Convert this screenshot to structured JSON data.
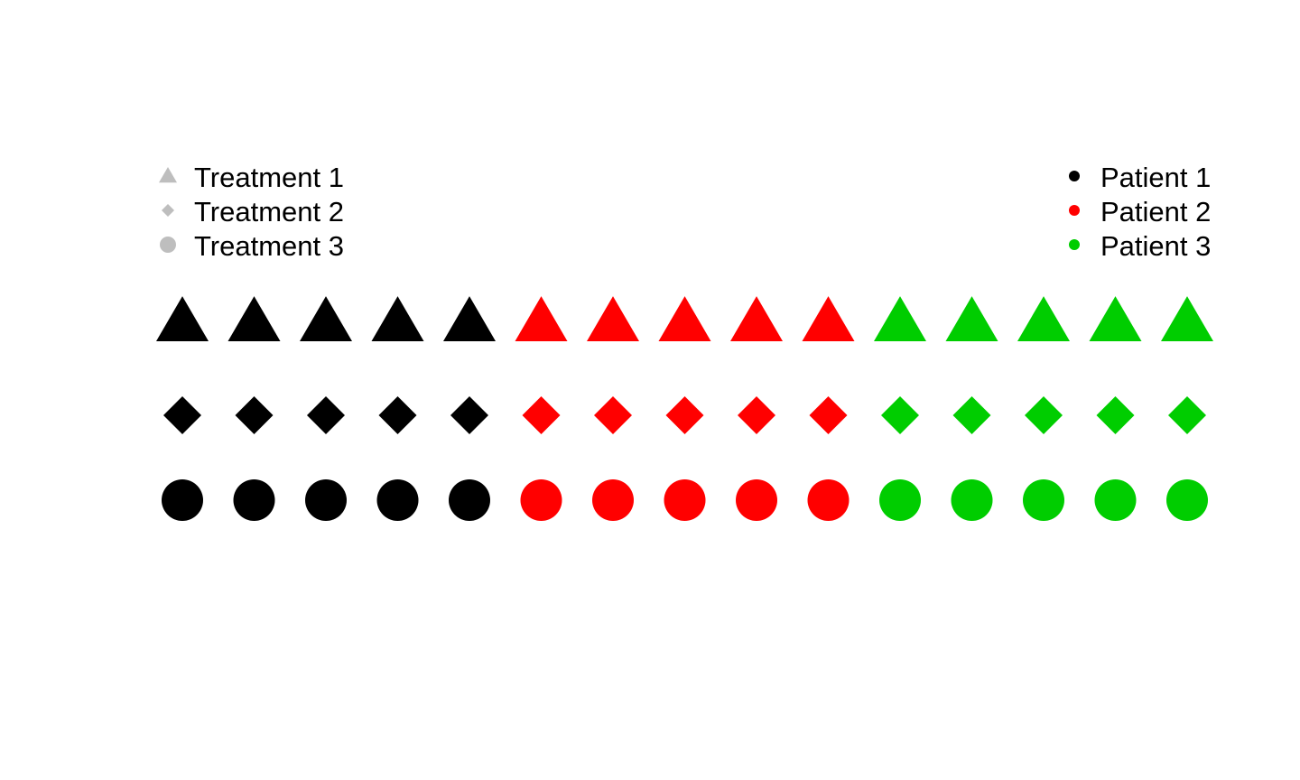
{
  "chart_data": {
    "type": "scatter",
    "title": "",
    "xlabel": "",
    "ylabel": "",
    "axes_visible": false,
    "grid": false,
    "colors": {
      "Patient 1": "#000000",
      "Patient 2": "#ff0000",
      "Patient 3": "#00cd00",
      "legend_shape_color": "#bebebe"
    },
    "shapes": {
      "Treatment 1": "triangle",
      "Treatment 2": "diamond",
      "Treatment 3": "circle"
    },
    "legends": [
      {
        "placement": "top-left",
        "entries": [
          {
            "label": "Treatment 1",
            "shape": "triangle",
            "color": "#bebebe"
          },
          {
            "label": "Treatment 2",
            "shape": "diamond",
            "color": "#bebebe"
          },
          {
            "label": "Treatment 3",
            "shape": "circle",
            "color": "#bebebe"
          }
        ]
      },
      {
        "placement": "top-right",
        "entries": [
          {
            "label": "Patient 1",
            "shape": "circle",
            "color": "#000000"
          },
          {
            "label": "Patient 2",
            "shape": "circle",
            "color": "#ff0000"
          },
          {
            "label": "Patient 3",
            "shape": "circle",
            "color": "#00cd00"
          }
        ]
      }
    ],
    "xlim": [
      1,
      15
    ],
    "ylim": [
      0,
      5
    ],
    "series": [
      {
        "treatment": "Treatment 1",
        "patient": "Patient 1",
        "x": [
          1,
          2,
          3,
          4,
          5
        ],
        "y": [
          3,
          3,
          3,
          3,
          3
        ]
      },
      {
        "treatment": "Treatment 1",
        "patient": "Patient 2",
        "x": [
          6,
          7,
          8,
          9,
          10
        ],
        "y": [
          3,
          3,
          3,
          3,
          3
        ]
      },
      {
        "treatment": "Treatment 1",
        "patient": "Patient 3",
        "x": [
          11,
          12,
          13,
          14,
          15
        ],
        "y": [
          3,
          3,
          3,
          3,
          3
        ]
      },
      {
        "treatment": "Treatment 2",
        "patient": "Patient 1",
        "x": [
          1,
          2,
          3,
          4,
          5
        ],
        "y": [
          2,
          2,
          2,
          2,
          2
        ]
      },
      {
        "treatment": "Treatment 2",
        "patient": "Patient 2",
        "x": [
          6,
          7,
          8,
          9,
          10
        ],
        "y": [
          2,
          2,
          2,
          2,
          2
        ]
      },
      {
        "treatment": "Treatment 2",
        "patient": "Patient 3",
        "x": [
          11,
          12,
          13,
          14,
          15
        ],
        "y": [
          2,
          2,
          2,
          2,
          2
        ]
      },
      {
        "treatment": "Treatment 3",
        "patient": "Patient 1",
        "x": [
          1,
          2,
          3,
          4,
          5
        ],
        "y": [
          1,
          1,
          1,
          1,
          1
        ]
      },
      {
        "treatment": "Treatment 3",
        "patient": "Patient 2",
        "x": [
          6,
          7,
          8,
          9,
          10
        ],
        "y": [
          1,
          1,
          1,
          1,
          1
        ]
      },
      {
        "treatment": "Treatment 3",
        "patient": "Patient 3",
        "x": [
          11,
          12,
          13,
          14,
          15
        ],
        "y": [
          1,
          1,
          1,
          1,
          1
        ]
      }
    ]
  }
}
